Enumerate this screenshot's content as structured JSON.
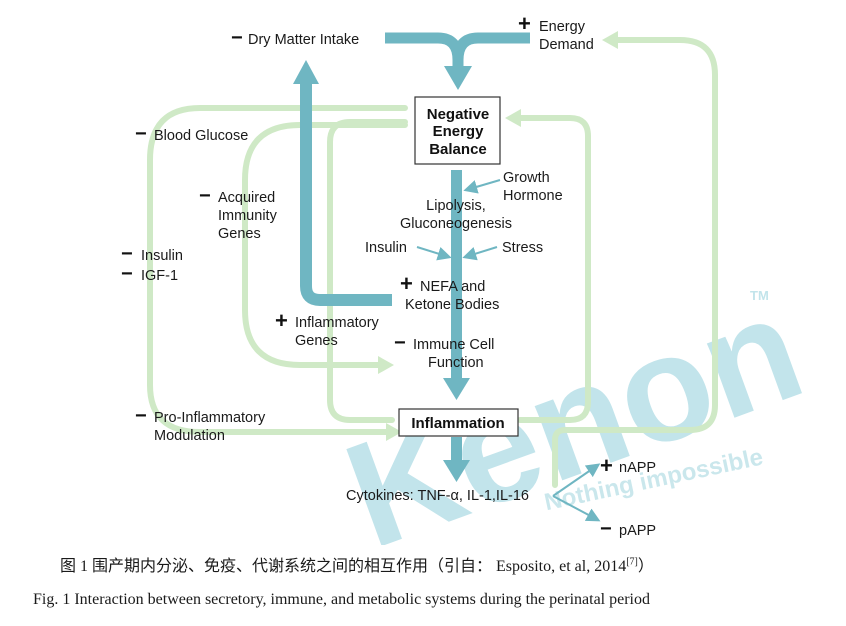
{
  "colors": {
    "teal": "#6FB6C2",
    "light_green": "#CFE9C6",
    "watermark_teal": "#BFE3EA",
    "watermark_orange": "#F8E0BC"
  },
  "nodes": {
    "dry_matter": {
      "sign": "−",
      "text": "Dry Matter Intake"
    },
    "energy_demand": {
      "sign": "+",
      "line1": "Energy",
      "line2": "Demand"
    },
    "neb": {
      "line1": "Negative",
      "line2": "Energy",
      "line3": "Balance"
    },
    "growth_hormone": {
      "line1": "Growth",
      "line2": "Hormone"
    },
    "lipolysis": {
      "line1": "Lipolysis,",
      "line2": "Gluconeogenesis"
    },
    "insulin_mid": "Insulin",
    "stress": "Stress",
    "nefa": {
      "sign": "+",
      "line1": "NEFA and",
      "line2": "Ketone Bodies"
    },
    "blood_glucose": {
      "sign": "−",
      "text": "Blood Glucose"
    },
    "acquired": {
      "sign": "−",
      "line1": "Acquired",
      "line2": "Immunity",
      "line3": "Genes"
    },
    "insulin_left": {
      "sign": "−",
      "text": "Insulin"
    },
    "igf": {
      "sign": "−",
      "text": "IGF-1"
    },
    "inflam_genes": {
      "sign": "+",
      "line1": "Inflammatory",
      "line2": "Genes"
    },
    "immune_cell": {
      "sign": "−",
      "line1": "Immune Cell",
      "line2": "Function"
    },
    "pro_inflam": {
      "sign": "−",
      "line1": "Pro-Inflammatory",
      "line2": "Modulation"
    },
    "inflammation": "Inflammation",
    "cytokines": "Cytokines: TNF-α, IL-1,IL-16",
    "napp": {
      "sign": "+",
      "text": "nAPP"
    },
    "papp": {
      "sign": "−",
      "text": "pAPP"
    }
  },
  "watermark": {
    "brand": "Kenon",
    "tm": "TM",
    "slogan": "Nothing impossible"
  },
  "captions": {
    "cn_main": "图 1 围产期内分泌、免疫、代谢系统之间的相互作用（引自： Esposito, et al, 2014",
    "cn_ref": "[7]",
    "cn_end": "）",
    "en": "Fig. 1 Interaction between secretory, immune, and metabolic systems during the perinatal period"
  }
}
